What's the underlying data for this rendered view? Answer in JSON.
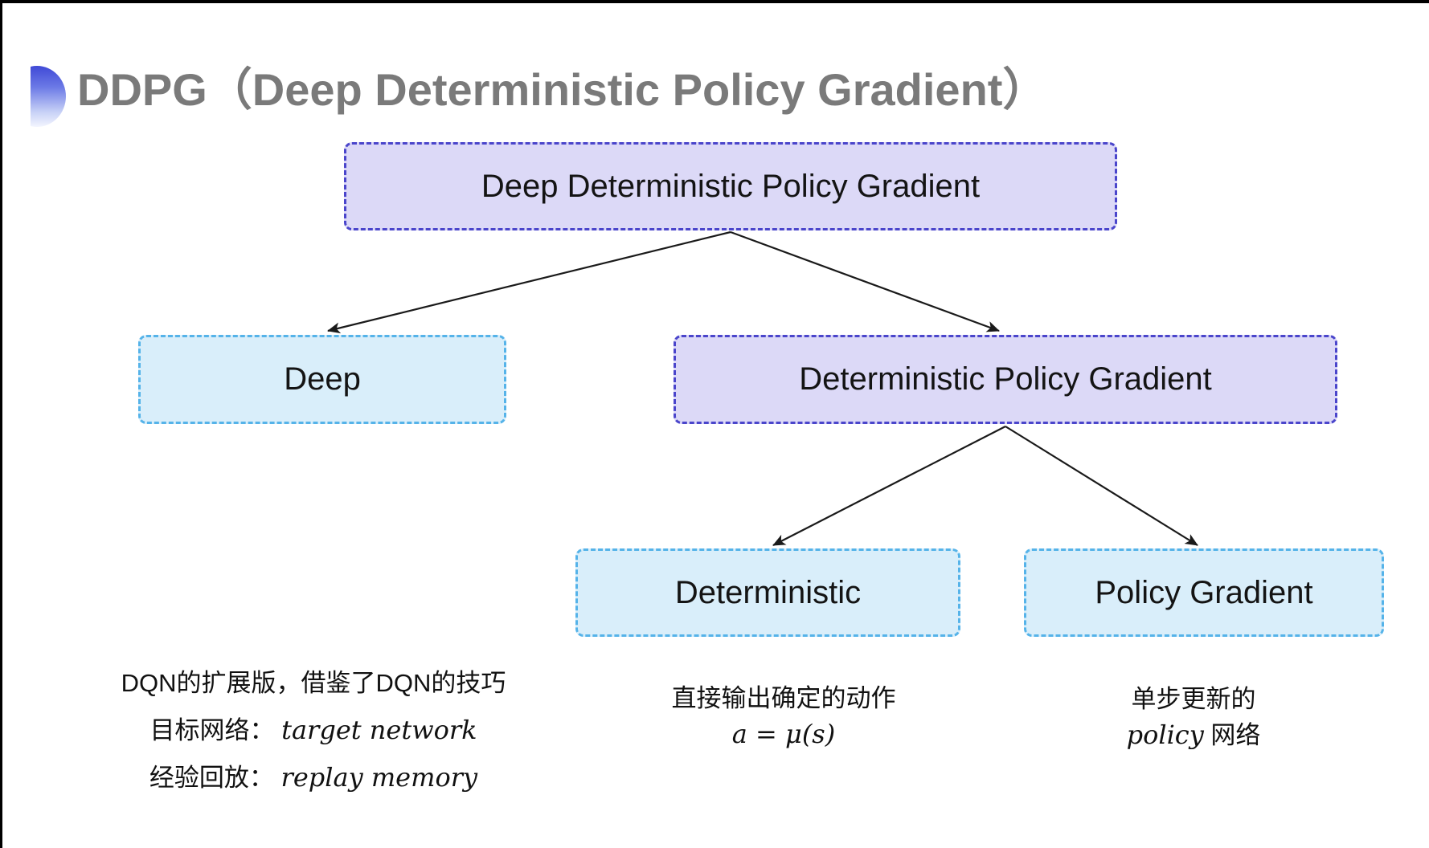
{
  "title": "DDPG（Deep Deterministic Policy Gradient）",
  "colors": {
    "purple_fill": "#dcd9f7",
    "purple_border": "#4a45cb",
    "cyan_fill": "#d9eefa",
    "cyan_border": "#55b3e9",
    "title_gray": "#7a7a7a",
    "arrow": "#1a1a1a",
    "bullet_blue": "#3f49d6"
  },
  "diagram": {
    "nodes": [
      {
        "id": "ddpg",
        "label": "Deep Deterministic Policy Gradient",
        "variant": "purple"
      },
      {
        "id": "deep",
        "label": "Deep",
        "variant": "cyan"
      },
      {
        "id": "dpg",
        "label": "Deterministic Policy Gradient",
        "variant": "purple"
      },
      {
        "id": "deterministic",
        "label": "Deterministic",
        "variant": "cyan"
      },
      {
        "id": "policy-gradient",
        "label": "Policy Gradient",
        "variant": "cyan"
      }
    ],
    "edges": [
      {
        "from": "ddpg",
        "to": "deep"
      },
      {
        "from": "ddpg",
        "to": "dpg"
      },
      {
        "from": "dpg",
        "to": "deterministic"
      },
      {
        "from": "dpg",
        "to": "policy-gradient"
      }
    ]
  },
  "annotations": {
    "deep": {
      "line1": "DQN的扩展版，借鉴了DQN的技巧",
      "line2_cjk": "目标网络：",
      "line2_math": "target network",
      "line3_cjk": "经验回放：",
      "line3_math": "replay memory"
    },
    "deterministic": {
      "line1": "直接输出确定的动作",
      "line2_math": "a = μ(s)"
    },
    "policy_gradient": {
      "line1": "单步更新的",
      "line2_math": "policy",
      "line2_cjk": " 网络"
    }
  }
}
